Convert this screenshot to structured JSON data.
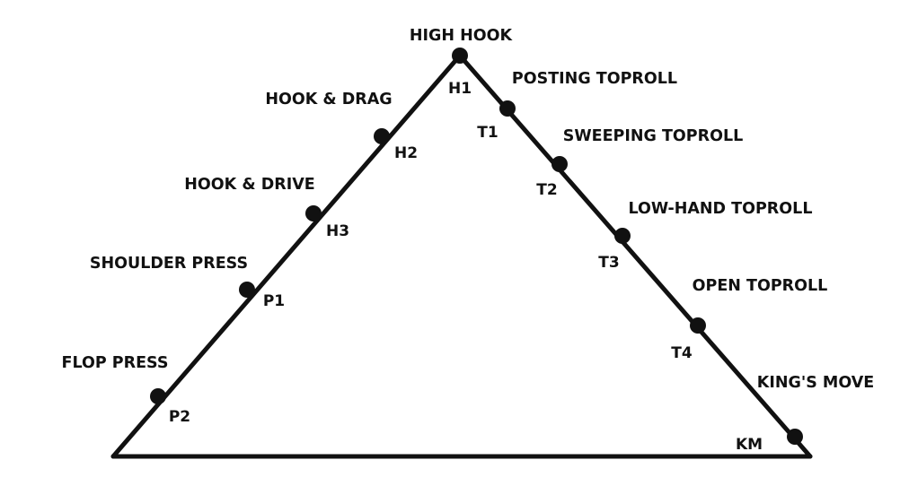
{
  "diagram": {
    "top": {
      "name": "HIGH HOOK",
      "code": "H1"
    },
    "left_side": [
      {
        "name": "HOOK & DRAG",
        "code": "H2"
      },
      {
        "name": "HOOK & DRIVE",
        "code": "H3"
      },
      {
        "name": "SHOULDER PRESS",
        "code": "P1"
      },
      {
        "name": "FLOP PRESS",
        "code": "P2"
      }
    ],
    "right_side": [
      {
        "name": "POSTING TOPROLL",
        "code": "T1"
      },
      {
        "name": "SWEEPING TOPROLL",
        "code": "T2"
      },
      {
        "name": "LOW-HAND TOPROLL",
        "code": "T3"
      },
      {
        "name": "OPEN TOPROLL",
        "code": "T4"
      },
      {
        "name": "KING'S MOVE",
        "code": "KM"
      }
    ],
    "colors": {
      "line": "#111111",
      "background": "#ffffff"
    }
  }
}
